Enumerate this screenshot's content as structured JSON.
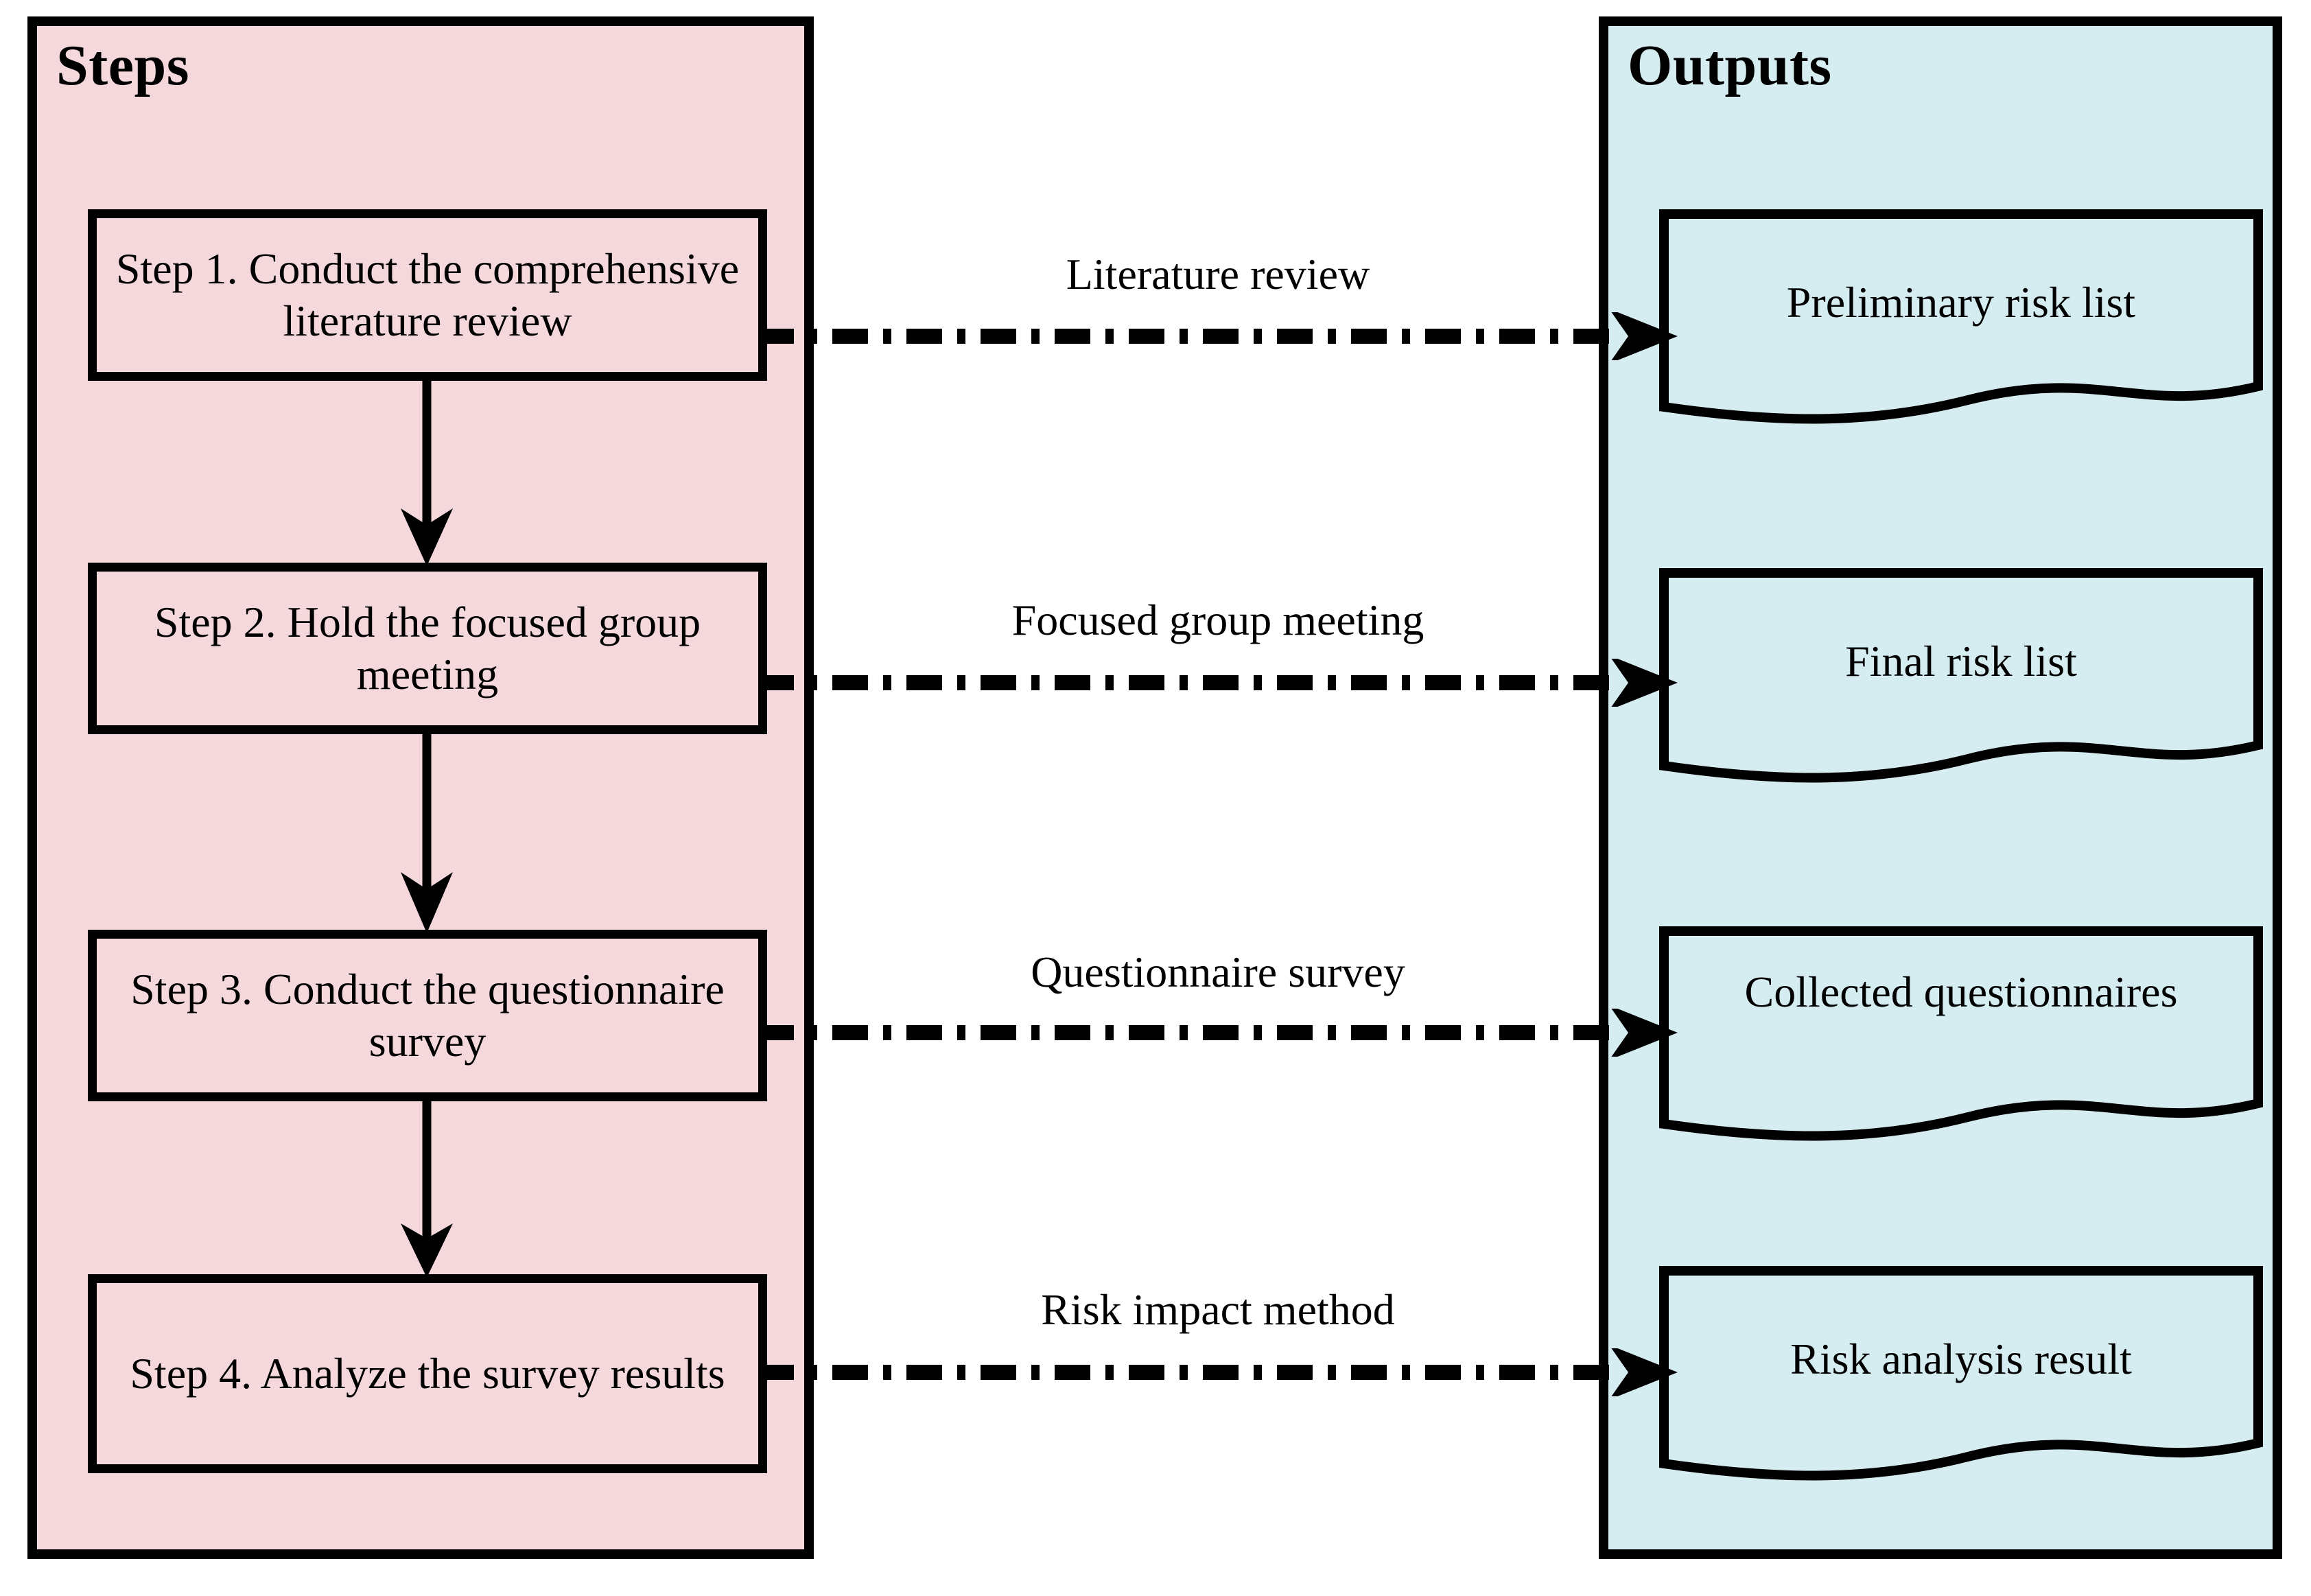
{
  "diagram": {
    "lanes": [
      {
        "id": "steps",
        "title": "Steps",
        "fill": "#f4d8dc"
      },
      {
        "id": "outputs",
        "title": "Outputs",
        "fill": "#d5ecf1"
      }
    ],
    "steps": [
      {
        "id": "step-1",
        "label": "Step 1. Conduct the comprehensive literature review"
      },
      {
        "id": "step-2",
        "label": "Step 2. Hold the focused group meeting"
      },
      {
        "id": "step-3",
        "label": "Step 3. Conduct the questionnaire survey"
      },
      {
        "id": "step-4",
        "label": "Step 4. Analyze the survey results"
      }
    ],
    "outputs": [
      {
        "id": "output-1",
        "label": "Preliminary risk list"
      },
      {
        "id": "output-2",
        "label": "Final risk list"
      },
      {
        "id": "output-3",
        "label": "Collected questionnaires"
      },
      {
        "id": "output-4",
        "label": "Risk analysis result"
      }
    ],
    "connectors": [
      {
        "id": "conn-1",
        "label": "Literature review",
        "from": "step-1",
        "to": "output-1",
        "style": "dash-dot-arrow"
      },
      {
        "id": "conn-2",
        "label": "Focused group meeting",
        "from": "step-2",
        "to": "output-2",
        "style": "dash-dot-arrow"
      },
      {
        "id": "conn-3",
        "label": "Questionnaire survey",
        "from": "step-3",
        "to": "output-3",
        "style": "dash-dot-arrow"
      },
      {
        "id": "conn-4",
        "label": "Risk impact method",
        "from": "step-4",
        "to": "output-4",
        "style": "dash-dot-arrow"
      }
    ],
    "flow_arrows": [
      {
        "id": "flow-1-2",
        "from": "step-1",
        "to": "step-2"
      },
      {
        "id": "flow-2-3",
        "from": "step-2",
        "to": "step-3"
      },
      {
        "id": "flow-3-4",
        "from": "step-3",
        "to": "step-4"
      }
    ],
    "colors": {
      "steps_lane_fill": "#f4d8dc",
      "outputs_lane_fill": "#d5ecf1",
      "stroke": "#000000",
      "background": "#ffffff"
    }
  }
}
